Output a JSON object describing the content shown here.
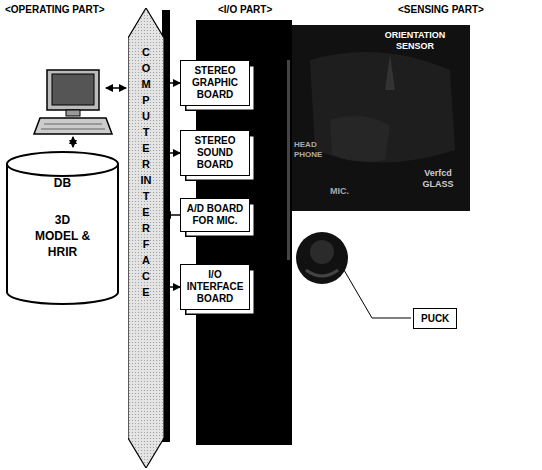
{
  "diagram": {
    "nodes": [
      {
        "text": [
          "DB",
          "3D MODEL & HRIR"
        ]
      },
      {
        "text": [
          "COMPUTER INTERFACE"
        ]
      },
      {
        "text": [
          "STEREO GRAPHIC BOARD"
        ]
      },
      {
        "text": [
          "STEREO SOUND BOARD"
        ]
      },
      {
        "text": [
          "A/D BOARD FOR MIC."
        ]
      },
      {
        "text": [
          "I/O INTERFACE BOARD"
        ]
      },
      {
        "text": [
          "PUCK"
        ]
      }
    ],
    "edges": [
      {
        "from": 1,
        "to": 2,
        "arrow": "to"
      },
      {
        "from": 1,
        "to": 3,
        "arrow": "to"
      },
      {
        "from": 4,
        "to": 1,
        "arrow": "to"
      },
      {
        "from": 1,
        "to": 5,
        "arrow": "to"
      }
    ],
    "labels": [
      "<OPERATING PART>",
      "<I/O PART>",
      "<SENSING PART>",
      "ORIENTATION SENSOR",
      "HEAD PHONE",
      "MIC.",
      "Verfcd GLASS"
    ]
  }
}
